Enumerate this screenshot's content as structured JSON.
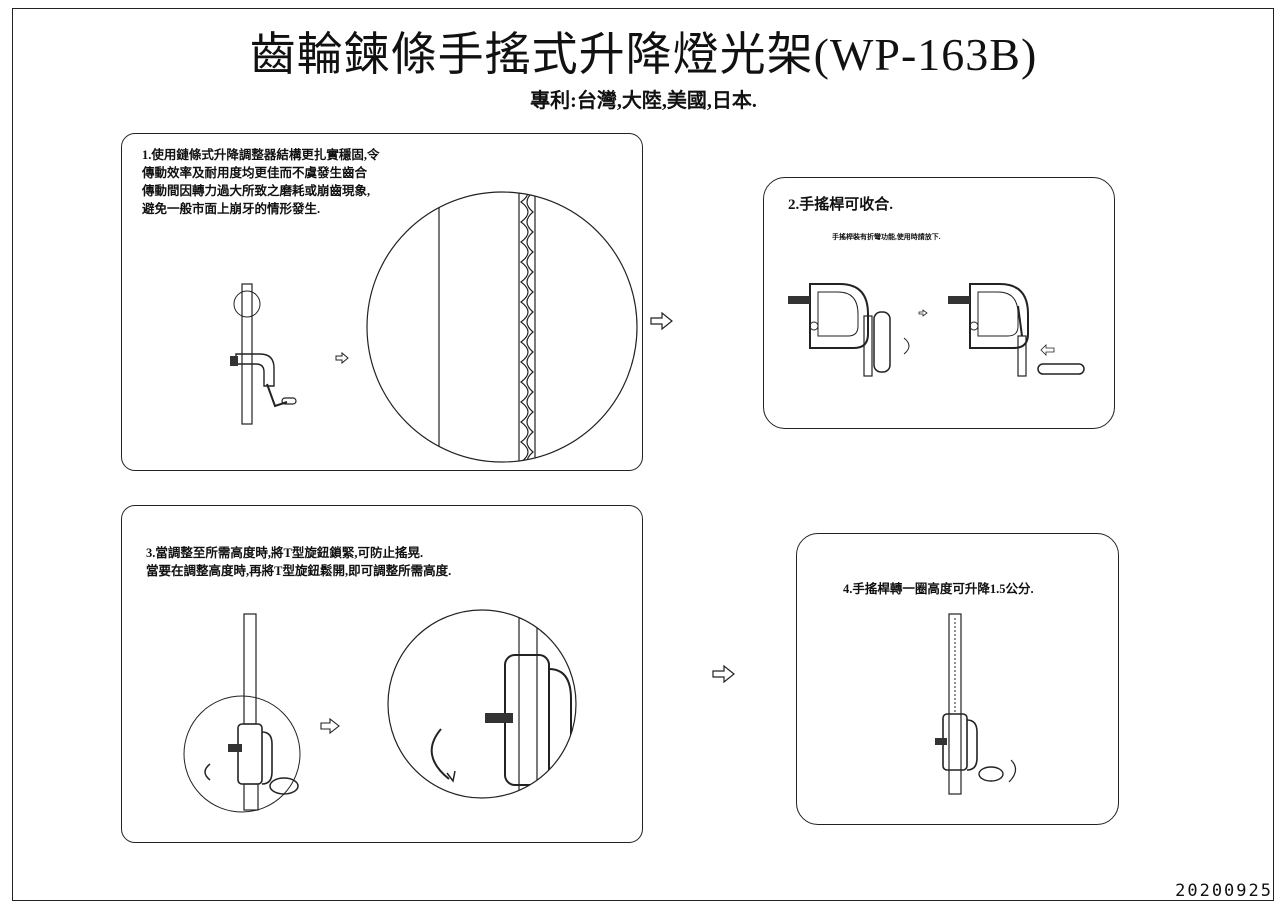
{
  "header": {
    "title": "齒輪鍊條手搖式升降燈光架(WP-163B)",
    "subtitle": "專利:台灣,大陸,美國,日本."
  },
  "panels": [
    {
      "lines": [
        "1.使用鏈條式升降調整器結構更扎實穩固,令",
        "傳動效率及耐用度均更佳而不虞發生齒合",
        "傳動間因轉力過大所致之磨耗或崩齒現象,",
        "避免一般市面上崩牙的情形發生."
      ]
    },
    {
      "title": "2.手搖桿可收合.",
      "note": "手搖桿裝有折彎功能,使用時請放下."
    },
    {
      "lines": [
        "3.當調整至所需高度時,將T型旋鈕鎖緊,可防止搖晃.",
        "當要在調整高度時,再將T型旋鈕鬆開,即可調整所需高度."
      ]
    },
    {
      "title": "4.手搖桿轉一圈高度可升降1.5公分."
    }
  ],
  "footer": {
    "date": "20200925"
  }
}
